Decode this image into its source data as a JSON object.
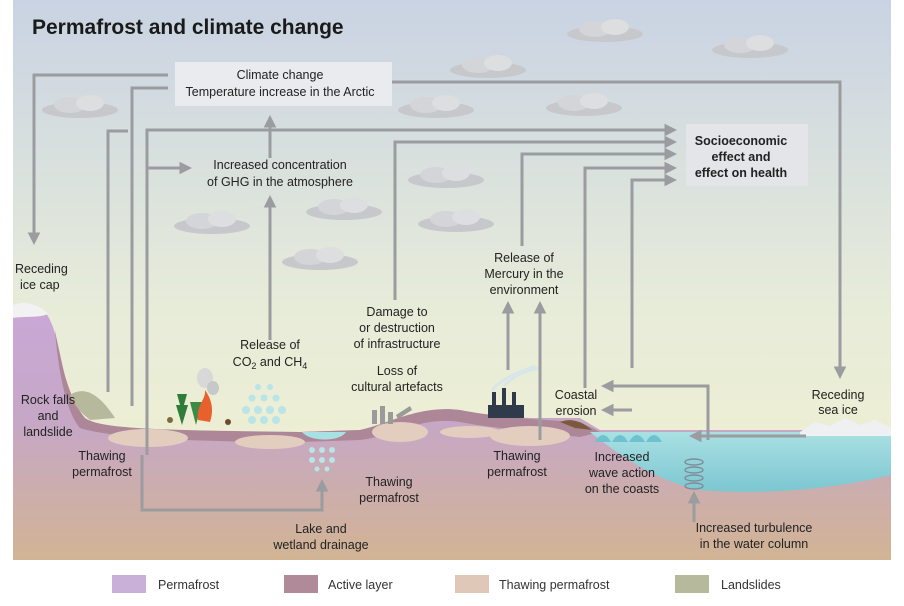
{
  "title": "Permafrost and climate change",
  "labels": {
    "climate_change_1": "Climate change",
    "climate_change_2": "Temperature increase in the Arctic",
    "ghg_1": "Increased concentration",
    "ghg_2": "of GHG in the atmosphere",
    "socio_1": "Socioeconomic",
    "socio_2": "effect and",
    "socio_3": "effect on health",
    "receding_ice_cap_1": "Receding",
    "receding_ice_cap_2": "ice cap",
    "rock_falls_1": "Rock falls",
    "rock_falls_2": "and",
    "rock_falls_3": "landslide",
    "thawing_left_1": "Thawing",
    "thawing_left_2": "permafrost",
    "release_co2_1": "Release of",
    "release_co2_2a": "CO",
    "release_co2_2b": "2",
    "release_co2_2c": " and CH",
    "release_co2_2d": "4",
    "damage_1": "Damage to",
    "damage_2": "or destruction",
    "damage_3": "of infrastructure",
    "loss_1": "Loss of",
    "loss_2": "cultural artefacts",
    "thawing_mid_1": "Thawing",
    "thawing_mid_2": "permafrost",
    "mercury_1": "Release of",
    "mercury_2": "Mercury in the",
    "mercury_3": "environment",
    "thawing_right_1": "Thawing",
    "thawing_right_2": "permafrost",
    "coastal_1": "Coastal",
    "coastal_2": "erosion",
    "wave_1": "Increased",
    "wave_2": "wave action",
    "wave_3": "on the coasts",
    "receding_sea_1": "Receding",
    "receding_sea_2": "sea ice",
    "lake_1": "Lake and",
    "lake_2": "wetland drainage",
    "turb_1": "Increased turbulence",
    "turb_2": "in the water column"
  },
  "legend": [
    {
      "label": "Permafrost",
      "color": "#c8b0d8"
    },
    {
      "label": "Active layer",
      "color": "#b08a98"
    },
    {
      "label": "Thawing permafrost",
      "color": "#e0c8b8"
    },
    {
      "label": "Landslides",
      "color": "#b7b99c"
    }
  ]
}
